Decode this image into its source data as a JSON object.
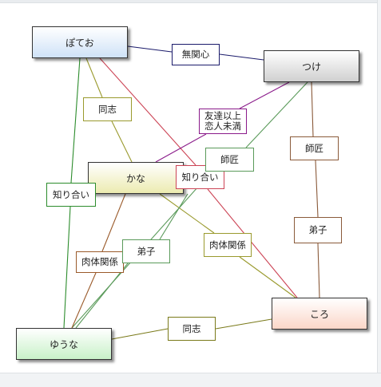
{
  "nodes": {
    "poteo": {
      "label": "ぽてお",
      "fill_top": "#ffffff",
      "fill_bottom": "#cfe2f7"
    },
    "tsuke": {
      "label": "つけ",
      "fill_top": "#ffffff",
      "fill_bottom": "#d0d0d0"
    },
    "kana": {
      "label": "かな",
      "fill_top": "#ffffff",
      "fill_bottom": "#ecebb0"
    },
    "koro": {
      "label": "ころ",
      "fill_top": "#ffffff",
      "fill_bottom": "#fbd6c8"
    },
    "yuuna": {
      "label": "ゆうな",
      "fill_top": "#ffffff",
      "fill_bottom": "#c8f1c8"
    }
  },
  "edges": [
    {
      "id": "poteo-tsuke",
      "label": "無関心",
      "color": "#1b1b6b"
    },
    {
      "id": "poteo-kana",
      "label": "同志",
      "color": "#9a9a2e"
    },
    {
      "id": "poteo-koro",
      "label": "知り合い",
      "color": "#cc4455"
    },
    {
      "id": "poteo-yuuna",
      "label": "知り合い",
      "color": "#2c8c2c"
    },
    {
      "id": "tsuke-kana",
      "label": "友達以上\n恋人未満",
      "color": "#8a1a8a"
    },
    {
      "id": "tsuke-yuuna",
      "label": "師匠",
      "color": "#5a9a5a"
    },
    {
      "id": "tsuke-koro-1",
      "label": "師匠",
      "color": "#8a5a3a"
    },
    {
      "id": "tsuke-koro-2",
      "label": "弟子",
      "color": "#8a5a3a"
    },
    {
      "id": "kana-yuuna-1",
      "label": "肉体関係",
      "color": "#9a5a2a"
    },
    {
      "id": "kana-koro",
      "label": "肉体関係",
      "color": "#9a9a2e"
    },
    {
      "id": "kana-yuuna-2",
      "label": "弟子",
      "color": "#5a9a5a"
    },
    {
      "id": "yuuna-koro",
      "label": "同志",
      "color": "#7a7a1a"
    }
  ]
}
